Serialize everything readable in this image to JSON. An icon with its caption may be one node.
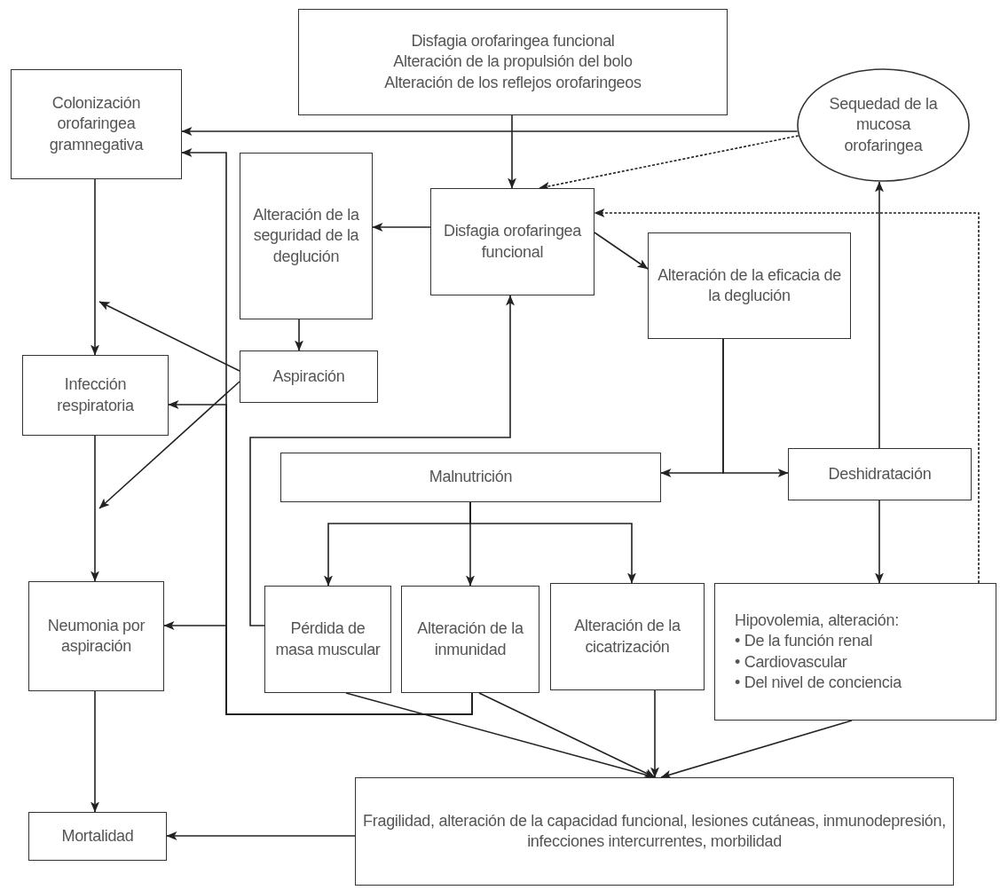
{
  "diagram": {
    "nodes": [
      {
        "text": [
          "Disfagia orofaringea funcional",
          "Alteración de la propulsión del bolo",
          "Alteración de los reflejos orofaringeos"
        ]
      },
      {
        "text": [
          "Colonización orofaringea gramnegativa"
        ]
      },
      {
        "text": [
          "Sequedad de la mucosa orofaringea"
        ]
      },
      {
        "text": [
          "Alteración de la seguridad de la deglución"
        ]
      },
      {
        "text": [
          "Disfagia orofaringea funcional"
        ]
      },
      {
        "text": [
          "Alteración de la eficacia de la deglución"
        ]
      },
      {
        "text": [
          "Infección respiratoria"
        ]
      },
      {
        "text": [
          "Aspiración"
        ]
      },
      {
        "text": [
          "Malnutrición"
        ]
      },
      {
        "text": [
          "Deshidratación"
        ]
      },
      {
        "text": [
          "Neumonia por aspiración"
        ]
      },
      {
        "text": [
          "Pérdida de masa muscular"
        ]
      },
      {
        "text": [
          "Alteración de la inmunidad"
        ]
      },
      {
        "text": [
          "Alteración de la cicatrización"
        ]
      },
      {
        "text": [
          "Hipovolemia, alteración:",
          "• De la función renal",
          "• Cardiovascular",
          "• Del nivel de conciencia"
        ]
      },
      {
        "text": [
          "Fragilidad, alteración de la capacidad funcional, lesiones cutáneas, inmunodepresión, infecciones intercurrentes, morbilidad"
        ]
      },
      {
        "text": [
          "Mortalidad"
        ]
      }
    ],
    "edges": [
      {
        "from": 0,
        "to": 4,
        "arrow": "to"
      },
      {
        "from": 2,
        "to": 1,
        "arrow": "to"
      },
      {
        "from": 2,
        "to": 4,
        "arrow": "to",
        "style": "dashed"
      },
      {
        "from": 14,
        "to": 4,
        "arrow": "to",
        "style": "dashed"
      },
      {
        "from": 9,
        "to": 2,
        "arrow": "to"
      },
      {
        "from": 4,
        "to": 3,
        "arrow": "to"
      },
      {
        "from": 4,
        "to": 5,
        "arrow": "to"
      },
      {
        "from": 3,
        "to": 7,
        "arrow": "to"
      },
      {
        "from": 1,
        "to": 6,
        "arrow": "to"
      },
      {
        "from": 7,
        "to": null,
        "arrow": "to"
      },
      {
        "from": 7,
        "to": null,
        "arrow": "to"
      },
      {
        "from": 12,
        "to": 1,
        "arrow": "to"
      },
      {
        "from": 12,
        "to": 6,
        "arrow": "to"
      },
      {
        "from": 12,
        "to": 10,
        "arrow": "to"
      },
      {
        "from": 6,
        "to": 10,
        "arrow": "to"
      },
      {
        "from": 10,
        "to": 16,
        "arrow": "to"
      },
      {
        "from": 15,
        "to": 16,
        "arrow": "to"
      },
      {
        "from": 11,
        "to": 4,
        "arrow": "to"
      },
      {
        "from": 5,
        "to": 8,
        "arrow": "to"
      },
      {
        "from": 5,
        "to": 9,
        "arrow": "to"
      },
      {
        "from": 8,
        "to": 11,
        "arrow": "to"
      },
      {
        "from": 8,
        "to": 12,
        "arrow": "to"
      },
      {
        "from": 8,
        "to": 13,
        "arrow": "to"
      },
      {
        "from": 9,
        "to": 14,
        "arrow": "to"
      },
      {
        "from": 11,
        "to": 15,
        "arrow": "to"
      },
      {
        "from": 12,
        "to": 15,
        "arrow": "to"
      },
      {
        "from": 13,
        "to": 15,
        "arrow": "to"
      },
      {
        "from": 14,
        "to": 15,
        "arrow": "to"
      }
    ]
  }
}
